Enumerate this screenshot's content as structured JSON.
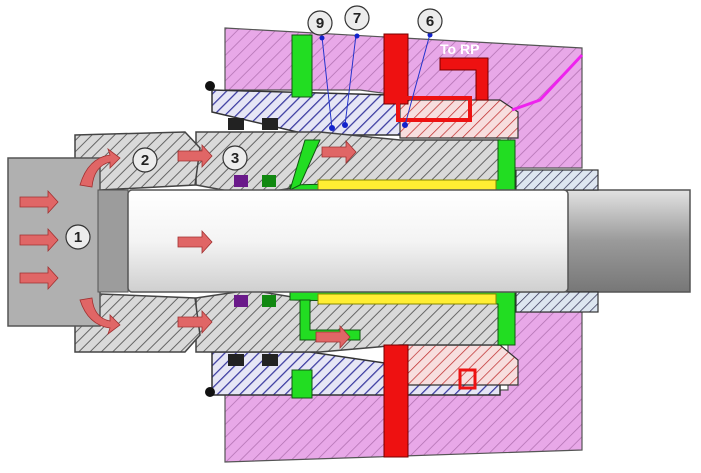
{
  "labels": {
    "inlet": "1",
    "nozzle": "2",
    "seal_chamber": "3",
    "port_6": "6",
    "port_7": "7",
    "port_9": "9"
  },
  "to_rp": "To RP",
  "colors": {
    "housing": "#e8a8e8",
    "blue_part": "#5a5ab0",
    "green_part": "#22dd22",
    "red_part": "#ee1111",
    "yellow_part": "#ffee33",
    "shaft": "#f2f2f2",
    "flow_arrow": "#e06666",
    "magenta_line": "#ee22ee",
    "dot_blue": "#1122cc"
  }
}
